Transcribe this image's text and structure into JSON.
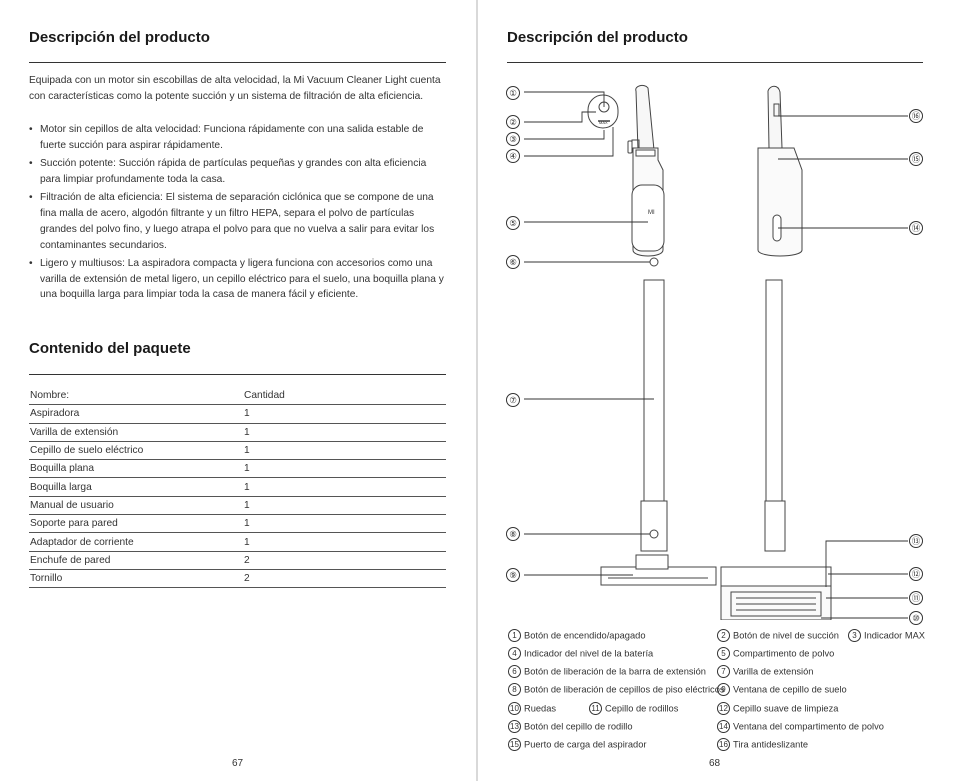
{
  "left": {
    "title": "Descripción del producto",
    "intro": "Equipada con un motor sin escobillas de alta velocidad, la Mi Vacuum Cleaner Light cuenta con características como la potente succión y un sistema de filtración de alta eficiencia.",
    "bullets": [
      "Motor sin cepillos de alta velocidad: Funciona rápidamente con una salida estable de fuerte succión para aspirar rápidamente.",
      "Succión potente: Succión rápida de partículas pequeñas y grandes con alta eficiencia para limpiar profundamente toda la casa.",
      "Filtración de alta eficiencia: El sistema de separación ciclónica que se compone de una fina malla de acero, algodón filtrante y un filtro HEPA, separa el polvo de partículas grandes del polvo fino, y luego atrapa el polvo para que no vuelva a salir para evitar los contaminantes secundarios.",
      "Ligero y multiusos: La aspiradora compacta y ligera funciona con accesorios como una varilla de extensión de metal ligero, un cepillo eléctrico para el suelo, una boquilla plana y una boquilla larga para limpiar toda la casa de manera fácil y eficiente."
    ],
    "package_title": "Contenido del paquete",
    "table_header": [
      "Nombre:",
      "Cantidad"
    ],
    "table_rows": [
      [
        "Aspiradora",
        "1"
      ],
      [
        "Varilla de extensión",
        "1"
      ],
      [
        "Cepillo de suelo eléctrico",
        "1"
      ],
      [
        "Boquilla plana",
        "1"
      ],
      [
        "Boquilla larga",
        "1"
      ],
      [
        "Manual de usuario",
        "1"
      ],
      [
        "Soporte para pared",
        "1"
      ],
      [
        "Adaptador de corriente",
        "1"
      ],
      [
        "Enchufe de pared",
        "2"
      ],
      [
        "Tornillo",
        "2"
      ]
    ],
    "page_number": "67"
  },
  "right": {
    "title": "Descripción del producto",
    "callouts_left": [
      "①",
      "②",
      "③",
      "④",
      "⑤",
      "⑥",
      "⑦",
      "⑧",
      "⑨"
    ],
    "callouts_right": [
      "⑯",
      "⑮",
      "⑭",
      "⑬",
      "⑫",
      "⑪",
      "⑩"
    ],
    "legend": [
      {
        "n": "1",
        "t": "Botón de encendido/apagado"
      },
      {
        "n": "2",
        "t": "Botón de nivel de succión"
      },
      {
        "n": "3",
        "t": "Indicador MAX"
      },
      {
        "n": "4",
        "t": "Indicador del nivel de la batería"
      },
      {
        "n": "5",
        "t": "Compartimento de polvo"
      },
      {
        "n": "6",
        "t": "Botón de liberación de la barra de extensión"
      },
      {
        "n": "7",
        "t": "Varilla de extensión"
      },
      {
        "n": "8",
        "t": "Botón de liberación de cepillos de piso eléctricos"
      },
      {
        "n": "9",
        "t": "Ventana de cepillo de suelo"
      },
      {
        "n": "10",
        "t": "Ruedas"
      },
      {
        "n": "11",
        "t": "Cepillo de rodillos"
      },
      {
        "n": "12",
        "t": "Cepillo suave de limpieza"
      },
      {
        "n": "13",
        "t": "Botón del cepillo de rodillo"
      },
      {
        "n": "14",
        "t": "Ventana del compartimento de polvo"
      },
      {
        "n": "15",
        "t": "Puerto de carga del aspirador"
      },
      {
        "n": "16",
        "t": "Tira antideslizante"
      }
    ],
    "device_marks": [
      "MAX",
      "MI"
    ],
    "page_number": "68"
  }
}
